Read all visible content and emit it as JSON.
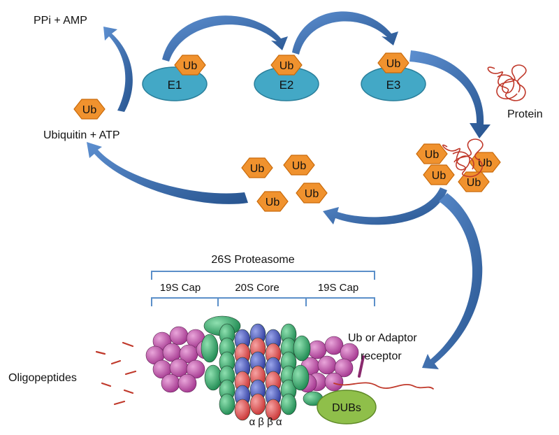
{
  "labels": {
    "ppi_amp": "PPi + AMP",
    "ubiquitin_atp": "Ubiquitin + ATP",
    "protein": "Protein",
    "proteasome_26s": "26S Proteasome",
    "cap_19s_left": "19S Cap",
    "core_20s": "20S Core",
    "cap_19s_right": "19S Cap",
    "ub_or_adaptor": "Ub or Adaptor",
    "receptor": "receptor",
    "oligopeptides": "Oligopeptides",
    "alpha_beta": "α β β α",
    "dubs": "DUBs"
  },
  "enzymes": {
    "e1": "E1",
    "e2": "E2",
    "e3": "E3"
  },
  "ub_label": "Ub",
  "colors": {
    "arrow": "#2f5fa3",
    "arrow_light": "#4f80c4",
    "ub_fill": "#f0922e",
    "ub_stroke": "#c96a0a",
    "enzyme_fill": "#43a8c6",
    "enzyme_stroke": "#2a7f9b",
    "protein": "#c0392b",
    "magenta": "#b0409a",
    "green": "#2e9e63",
    "red": "#d94848",
    "blue": "#3d4db0",
    "dubs": "#8fbf4a",
    "bracket": "#5b8fc9"
  }
}
